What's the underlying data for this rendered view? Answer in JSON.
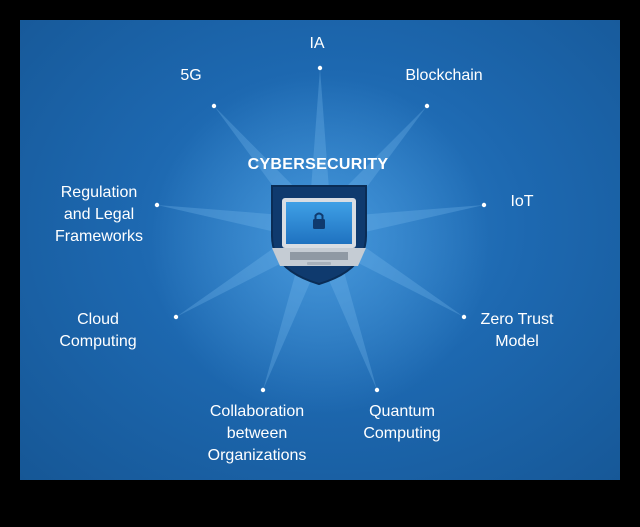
{
  "diagram": {
    "title": "CYBERSECURITY",
    "center_icon": "laptop-lock-shield-icon",
    "nodes": [
      {
        "id": "ia",
        "label": "IA"
      },
      {
        "id": "blockchain",
        "label": "Blockchain"
      },
      {
        "id": "iot",
        "label": "IoT"
      },
      {
        "id": "zero-trust",
        "label": "Zero Trust\nModel"
      },
      {
        "id": "quantum",
        "label": "Quantum\nComputing"
      },
      {
        "id": "collaboration",
        "label": "Collaboration\nbetween\nOrganizations"
      },
      {
        "id": "cloud",
        "label": "Cloud\nComputing"
      },
      {
        "id": "regulation",
        "label": "Regulation\nand Legal\nFrameworks"
      },
      {
        "id": "5g",
        "label": "5G"
      }
    ]
  },
  "colors": {
    "background": "#1d68b0",
    "shield": "#0f3a6e",
    "ray": "#7fc0f0",
    "text": "#ffffff"
  }
}
